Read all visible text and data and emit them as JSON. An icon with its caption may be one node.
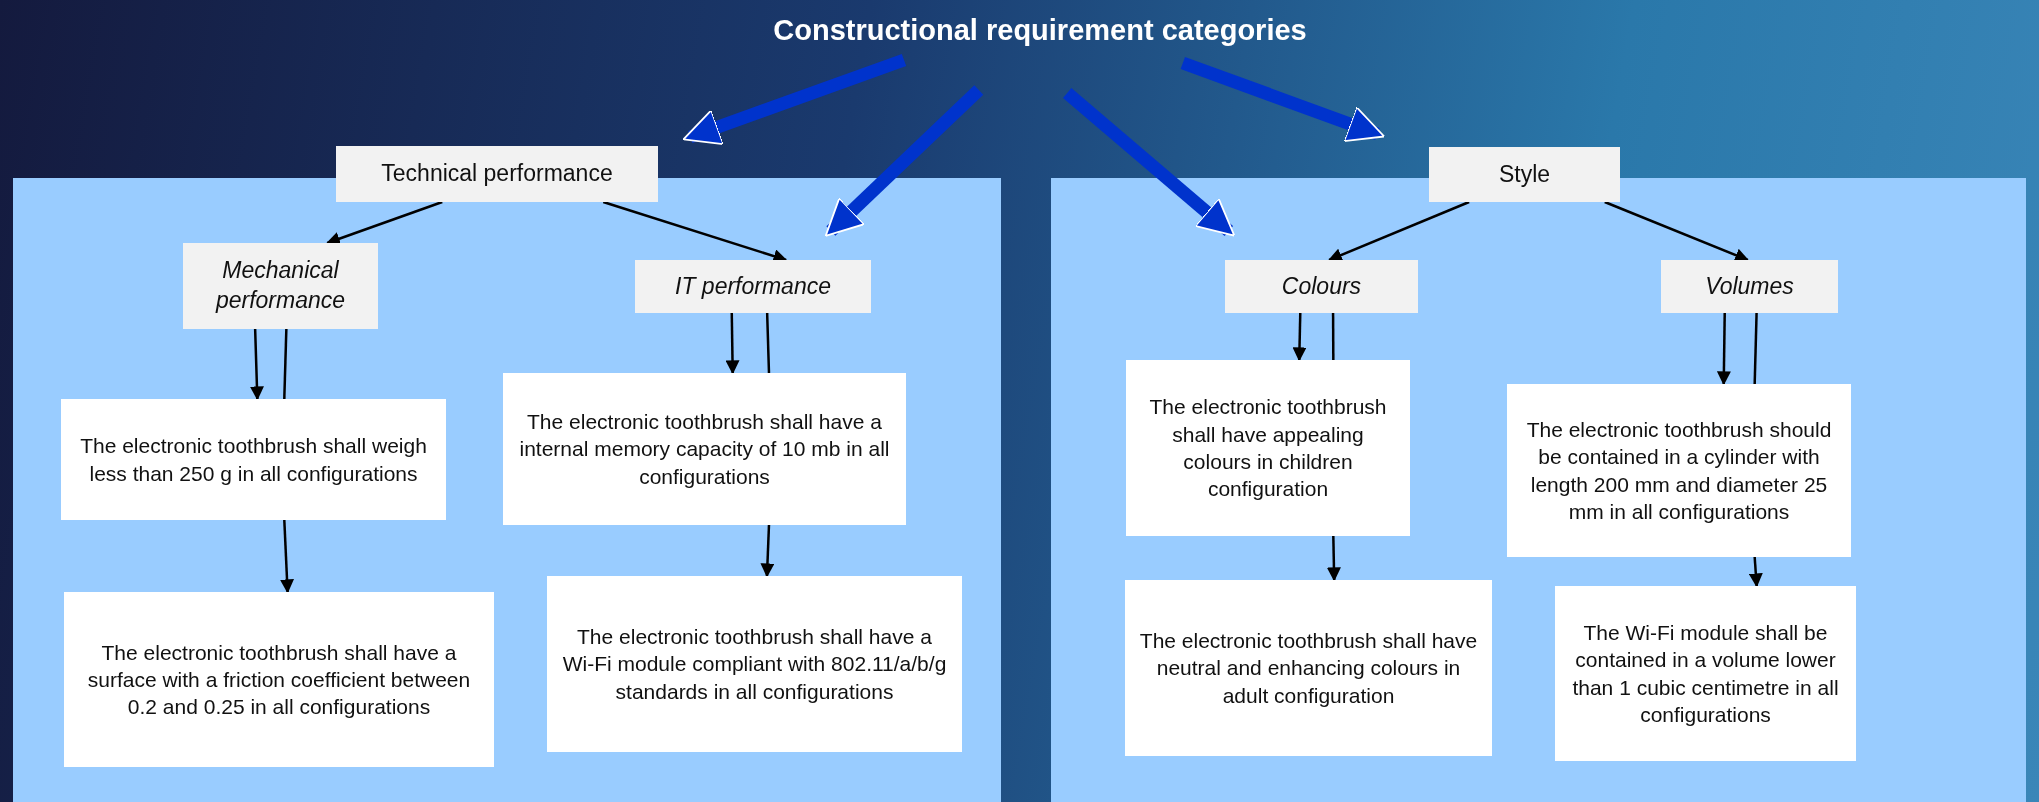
{
  "diagram": {
    "nodes": [
      {
        "text": [
          "Constructional requirement categories"
        ]
      },
      {
        "text": [],
        "shape": "box"
      },
      {
        "text": [
          "Technical performance"
        ]
      },
      {
        "text": [
          "Mechanical performance"
        ],
        "in": 1
      },
      {
        "text": [
          "IT performance"
        ],
        "in": 1
      },
      {
        "text": [
          "The electronic toothbrush shall weigh less than 250 g in all configurations"
        ],
        "in": 1
      },
      {
        "text": [
          "The electronic toothbrush shall have a surface with a friction coefficient between 0.2 and 0.25 in all configurations"
        ],
        "in": 1
      },
      {
        "text": [
          "The electronic toothbrush shall have a internal memory capacity of 10 mb in all configurations"
        ],
        "in": 1
      },
      {
        "text": [
          "The electronic toothbrush shall have a Wi-Fi module compliant with 802.11/a/b/g standards in all configurations"
        ],
        "in": 1
      },
      {
        "text": [],
        "shape": "box"
      },
      {
        "text": [
          "Style"
        ]
      },
      {
        "text": [
          "Colours"
        ],
        "in": 9
      },
      {
        "text": [
          "Volumes"
        ],
        "in": 9
      },
      {
        "text": [
          "The electronic toothbrush shall have appealing colours in children configuration"
        ],
        "in": 9
      },
      {
        "text": [
          "The electronic toothbrush shall have neutral and enhancing colours in adult configuration"
        ],
        "in": 9
      },
      {
        "text": [
          "The electronic toothbrush should be contained in a cylinder with length 200 mm and diameter 25 mm in all configurations"
        ],
        "in": 9
      },
      {
        "text": [
          "The Wi-Fi module shall be contained in a volume lower than 1 cubic centimetre in all configurations"
        ],
        "in": 9
      }
    ],
    "edges": [
      {
        "from": 0,
        "to": 2,
        "arrow": "to",
        "style": "thick",
        "color": "#0033cc"
      },
      {
        "from": 0,
        "to": 4,
        "arrow": "to",
        "style": "thick",
        "color": "#0033cc"
      },
      {
        "from": 0,
        "to": 11,
        "arrow": "to",
        "style": "thick",
        "color": "#0033cc"
      },
      {
        "from": 0,
        "to": 10,
        "arrow": "to",
        "style": "thick",
        "color": "#0033cc"
      },
      {
        "from": 2,
        "to": 3,
        "arrow": "to"
      },
      {
        "from": 2,
        "to": 4,
        "arrow": "to"
      },
      {
        "from": 3,
        "to": 5,
        "arrow": "to"
      },
      {
        "from": 3,
        "to": 5,
        "arrow": "none"
      },
      {
        "from": 5,
        "to": 6,
        "arrow": "to"
      },
      {
        "from": 4,
        "to": 7,
        "arrow": "to"
      },
      {
        "from": 4,
        "to": 7,
        "arrow": "none"
      },
      {
        "from": 7,
        "to": 8,
        "arrow": "to"
      },
      {
        "from": 10,
        "to": 11,
        "arrow": "to"
      },
      {
        "from": 10,
        "to": 12,
        "arrow": "to"
      },
      {
        "from": 11,
        "to": 13,
        "arrow": "to"
      },
      {
        "from": 11,
        "to": 13,
        "arrow": "none"
      },
      {
        "from": 13,
        "to": 14,
        "arrow": "to"
      },
      {
        "from": 12,
        "to": 15,
        "arrow": "to"
      },
      {
        "from": 12,
        "to": 15,
        "arrow": "none"
      },
      {
        "from": 15,
        "to": 16,
        "arrow": "to"
      }
    ]
  }
}
